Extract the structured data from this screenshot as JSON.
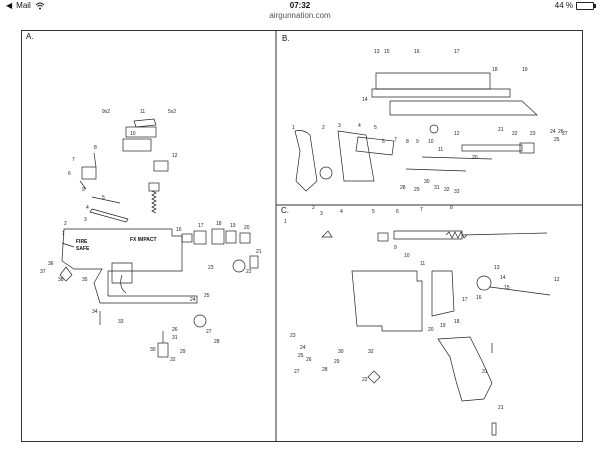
{
  "status_bar": {
    "back_app_label": "Mail",
    "time": "07:32",
    "battery_text": "44 %",
    "battery_level": 0.44
  },
  "browser": {
    "url": "airgunnation.com"
  },
  "diagram": {
    "panels": [
      "A.",
      "B.",
      "C."
    ],
    "frame_stamps": [
      "FIRE",
      "SAFE",
      "FX IMPACT"
    ],
    "callouts_a": [
      "9x2",
      "11",
      "5x2",
      "10",
      "8",
      "7",
      "6",
      "9",
      "12",
      "5",
      "4",
      "3",
      "2",
      "1",
      "16",
      "17",
      "18",
      "19",
      "20",
      "21",
      "22",
      "23",
      "24",
      "25",
      "26",
      "27",
      "28",
      "29",
      "30",
      "31",
      "32",
      "33",
      "34",
      "35",
      "36",
      "37",
      "38"
    ],
    "callouts_b": [
      "13",
      "14",
      "15",
      "16",
      "17",
      "18",
      "19",
      "1",
      "2",
      "3",
      "4",
      "5",
      "6",
      "7",
      "8",
      "9",
      "10",
      "11",
      "12",
      "20",
      "21",
      "22",
      "23",
      "24",
      "25",
      "26",
      "27",
      "28",
      "29",
      "30",
      "31",
      "32",
      "33"
    ],
    "callouts_c": [
      "1",
      "2",
      "3",
      "4",
      "5",
      "6",
      "7",
      "8",
      "9",
      "10",
      "11",
      "12",
      "13",
      "14",
      "15",
      "16",
      "17",
      "18",
      "19",
      "20",
      "21",
      "22",
      "23",
      "24",
      "25",
      "26",
      "27",
      "28",
      "29",
      "30",
      "31",
      "32"
    ]
  }
}
